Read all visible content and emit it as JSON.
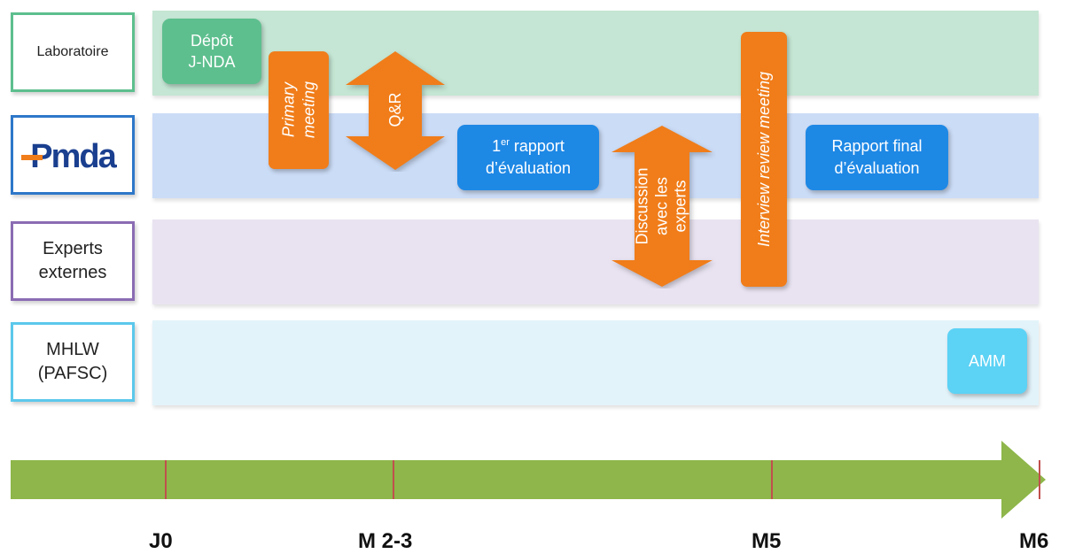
{
  "lanes": {
    "laboratoire": "Laboratoire",
    "pmda_logo": "Pmda",
    "experts_line1": "Experts",
    "experts_line2": "externes",
    "mhlw_line1": "MHLW",
    "mhlw_line2": "(PAFSC)"
  },
  "events": {
    "depot_line1": "Dépôt",
    "depot_line2": "J-NDA",
    "primary_line1": "Primary",
    "primary_line2": "meeting",
    "qr": "Q&R",
    "rapport1_sup": "er",
    "rapport1_prefix": "1",
    "rapport1_line1_rest": " rapport",
    "rapport1_line2": "d’évaluation",
    "discussion_line1": "Discussion",
    "discussion_line2": "avec les",
    "discussion_line3": "experts",
    "interview": "Interview review meeting",
    "rapport_final_line1": "Rapport final",
    "rapport_final_line2": "d’évaluation",
    "amm": "AMM"
  },
  "timeline": {
    "ticks": [
      "J0",
      "M 2-3",
      "M5",
      "M6"
    ]
  },
  "colors": {
    "lab_lane": "#c5e6d4",
    "pmda_lane": "#cbdcf6",
    "experts_lane": "#e9e3f1",
    "mhlw_lane": "#e3f3fa",
    "green_event": "#5dbf8e",
    "blue_event": "#1e88e5",
    "orange_event": "#f07d1a",
    "light_blue_event": "#5cd2f5",
    "timeline": "#8eb64a",
    "tick": "#c0504d"
  }
}
